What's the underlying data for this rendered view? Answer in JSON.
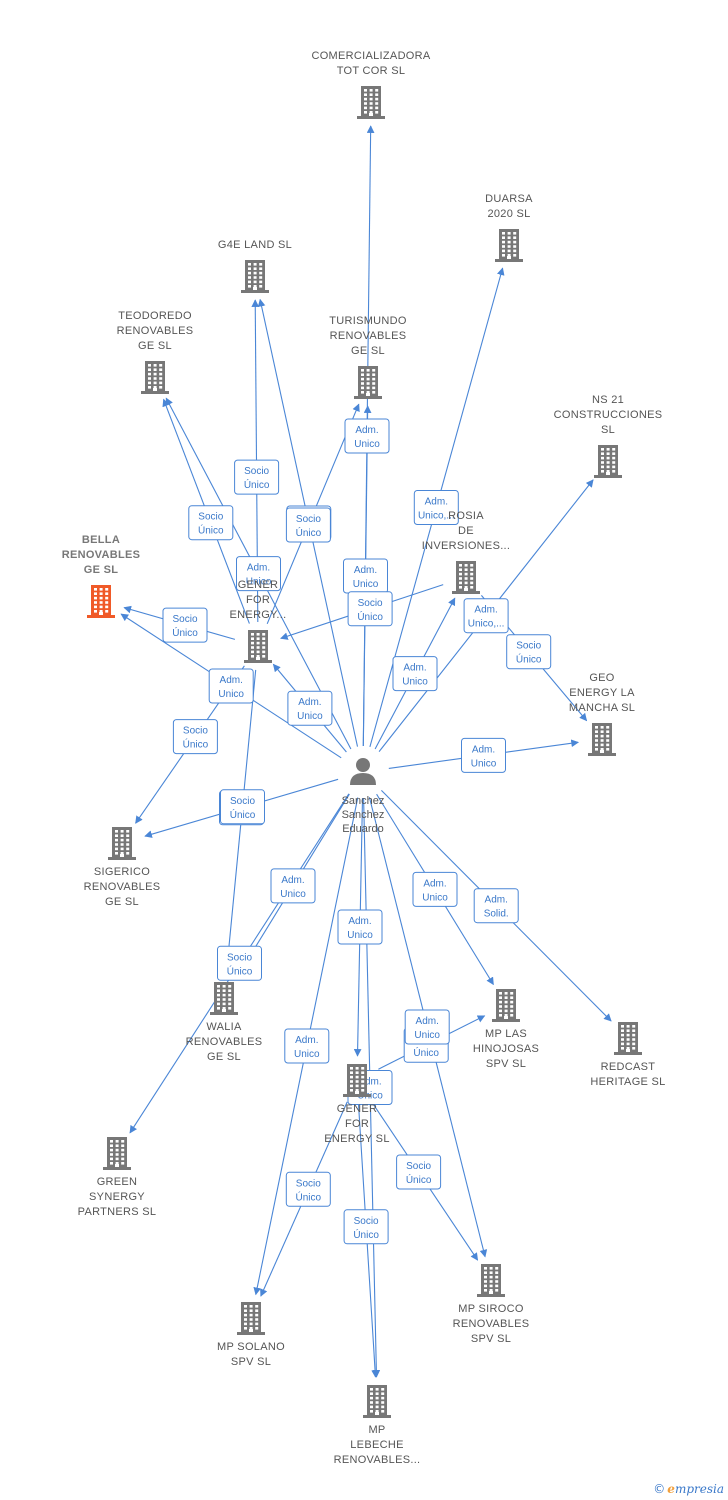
{
  "colors": {
    "building": "#777777",
    "highlight": "#f05a28",
    "edge": "#4a86d6",
    "edge_text": "#3a78c9"
  },
  "person": {
    "name_lines": [
      "Sanchez",
      "Sanchez",
      "Eduardo"
    ]
  },
  "nodes": [
    {
      "id": "comercializadora",
      "lines": [
        "COMERCIALIZADORA",
        "TOT COR  SL"
      ]
    },
    {
      "id": "duarsa",
      "lines": [
        "DUARSA",
        "2020  SL"
      ]
    },
    {
      "id": "g4e",
      "lines": [
        "G4E LAND  SL"
      ]
    },
    {
      "id": "teodoredo",
      "lines": [
        "TEODOREDO",
        "RENOVABLES",
        "GE  SL"
      ]
    },
    {
      "id": "turismundo",
      "lines": [
        "TURISMUNDO",
        "RENOVABLES",
        "GE  SL"
      ]
    },
    {
      "id": "ns21",
      "lines": [
        "NS 21",
        "CONSTRUCCIONES",
        "SL"
      ]
    },
    {
      "id": "bella",
      "lines": [
        "BELLA",
        "RENOVABLES",
        "GE  SL"
      ],
      "highlight": true
    },
    {
      "id": "rosia",
      "lines": [
        "ROSIA",
        "DE",
        "INVERSIONES..."
      ]
    },
    {
      "id": "gener1",
      "lines": [
        "GENER",
        "FOR",
        "ENERGY..."
      ]
    },
    {
      "id": "geoenergy",
      "lines": [
        "GEO",
        "ENERGY LA",
        "MANCHA  SL"
      ]
    },
    {
      "id": "sigerico",
      "lines": [
        "SIGERICO",
        "RENOVABLES",
        "GE  SL"
      ]
    },
    {
      "id": "walia",
      "lines": [
        "WALIA",
        "RENOVABLES",
        "GE  SL"
      ]
    },
    {
      "id": "hinojosas",
      "lines": [
        "MP LAS",
        "HINOJOSAS",
        "SPV  SL"
      ]
    },
    {
      "id": "redcast",
      "lines": [
        "REDCAST",
        "HERITAGE  SL"
      ]
    },
    {
      "id": "gener2",
      "lines": [
        "GENER",
        "FOR",
        "ENERGY  SL"
      ]
    },
    {
      "id": "greensynergy",
      "lines": [
        "GREEN",
        "SYNERGY",
        "PARTNERS  SL"
      ]
    },
    {
      "id": "siroco",
      "lines": [
        "MP SIROCO",
        "RENOVABLES",
        "SPV  SL"
      ]
    },
    {
      "id": "solano",
      "lines": [
        "MP SOLANO",
        "SPV  SL"
      ]
    },
    {
      "id": "lebeche",
      "lines": [
        "MP",
        "LEBECHE",
        "RENOVABLES..."
      ]
    }
  ],
  "edges": [
    {
      "from": "person",
      "to": "comercializadora",
      "label": [
        "Adm.",
        "Unico"
      ]
    },
    {
      "from": "person",
      "to": "duarsa",
      "label": [
        "Adm.",
        "Unico,..."
      ]
    },
    {
      "from": "person",
      "to": "g4e",
      "label": [
        "Adm.",
        "Unico"
      ]
    },
    {
      "from": "gener1",
      "to": "g4e",
      "label": [
        "Socio",
        "Único"
      ]
    },
    {
      "from": "person",
      "to": "teodoredo",
      "label": [
        "Adm.",
        "Unico"
      ]
    },
    {
      "from": "gener1",
      "to": "teodoredo",
      "label": [
        "Socio",
        "Único"
      ]
    },
    {
      "from": "person",
      "to": "turismundo",
      "label": [
        "Adm.",
        "Unico"
      ]
    },
    {
      "from": "gener1",
      "to": "turismundo",
      "label": [
        "Socio",
        "Único"
      ]
    },
    {
      "from": "person",
      "to": "ns21",
      "label": [
        "Adm.",
        "Unico,..."
      ]
    },
    {
      "from": "person",
      "to": "bella",
      "label": [
        "Adm.",
        "Unico"
      ]
    },
    {
      "from": "gener1",
      "to": "bella",
      "label": [
        "Socio",
        "Único"
      ]
    },
    {
      "from": "person",
      "to": "rosia",
      "label": [
        "Adm.",
        "Unico"
      ]
    },
    {
      "from": "rosia",
      "to": "gener1",
      "label": [
        "Socio",
        "Único"
      ]
    },
    {
      "from": "person",
      "to": "gener1",
      "label": [
        "Adm.",
        "Unico"
      ]
    },
    {
      "from": "rosia",
      "to": "geoenergy",
      "label": [
        "Socio",
        "Único"
      ]
    },
    {
      "from": "person",
      "to": "geoenergy",
      "label": [
        "Adm.",
        "Unico"
      ]
    },
    {
      "from": "person",
      "to": "sigerico",
      "label": [
        "Adm.",
        "Unico"
      ]
    },
    {
      "from": "gener1",
      "to": "sigerico",
      "label": [
        "Socio",
        "Único"
      ]
    },
    {
      "from": "person",
      "to": "walia",
      "label": [
        "Adm.",
        "Unico"
      ]
    },
    {
      "from": "gener1",
      "to": "walia",
      "label": [
        "Socio",
        "Único"
      ]
    },
    {
      "from": "person",
      "to": "hinojosas",
      "label": [
        "Adm.",
        "Unico"
      ]
    },
    {
      "from": "gener2",
      "to": "hinojosas",
      "label": [
        "Socio",
        "Único"
      ]
    },
    {
      "from": "person",
      "to": "redcast",
      "label": [
        "Adm.",
        "Solid."
      ]
    },
    {
      "from": "person",
      "to": "gener2",
      "label": [
        "Adm.",
        "Unico"
      ]
    },
    {
      "from": "person",
      "to": "greensynergy",
      "label": [
        "Socio",
        "Único"
      ]
    },
    {
      "from": "person",
      "to": "siroco",
      "label": [
        "Adm.",
        "Unico"
      ]
    },
    {
      "from": "gener2",
      "to": "siroco",
      "label": [
        "Socio",
        "Único"
      ]
    },
    {
      "from": "person",
      "to": "solano",
      "label": [
        "Adm.",
        "Unico"
      ]
    },
    {
      "from": "gener2",
      "to": "solano",
      "label": [
        "Socio",
        "Único"
      ]
    },
    {
      "from": "person",
      "to": "lebeche",
      "label": [
        "Adm.",
        "Unico"
      ]
    },
    {
      "from": "gener2",
      "to": "lebeche",
      "label": [
        "Socio",
        "Único"
      ]
    }
  ],
  "footer": {
    "copyright": "©",
    "brand_e": "e",
    "brand_rest": "mpresia"
  }
}
